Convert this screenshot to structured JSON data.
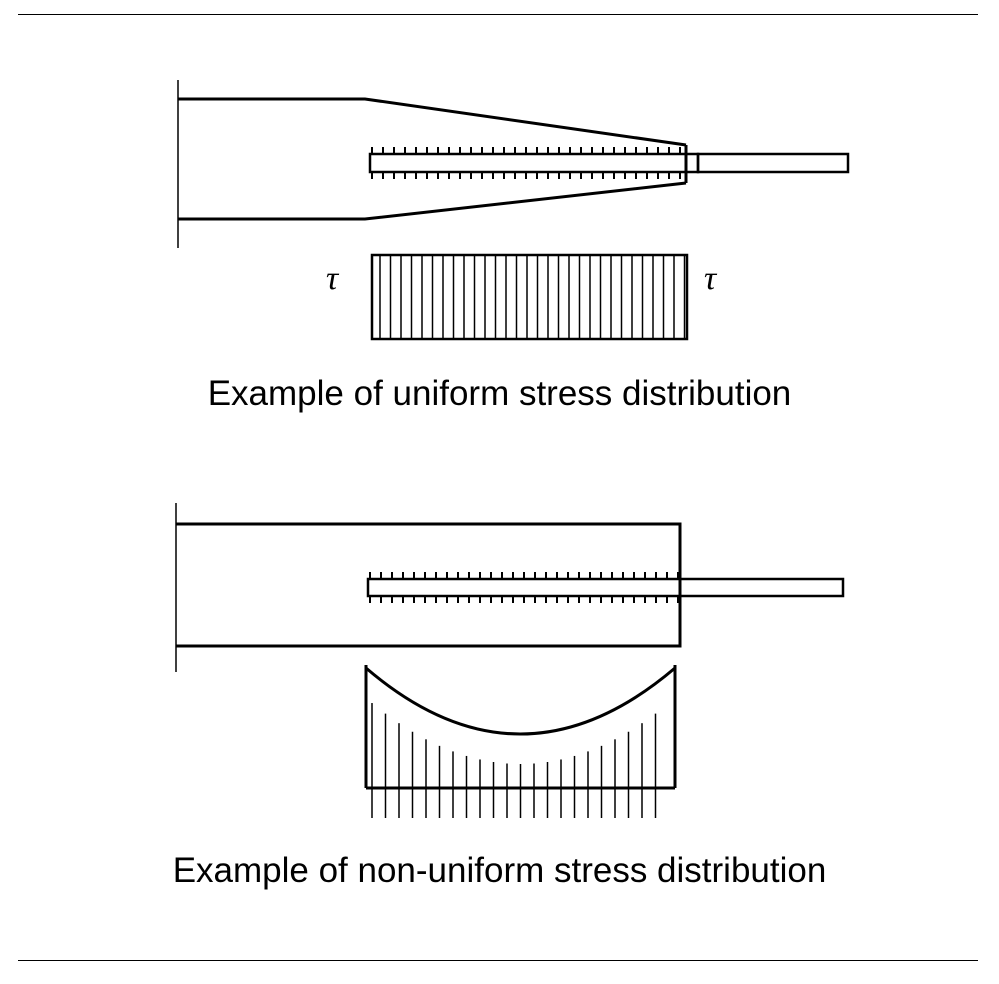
{
  "captions": {
    "uniform": "Example of uniform stress distribution",
    "non_uniform": "Example of non-uniform stress distribution"
  },
  "symbols": {
    "tau": "τ"
  },
  "colors": {
    "line": "#000000",
    "background": "#ffffff"
  }
}
